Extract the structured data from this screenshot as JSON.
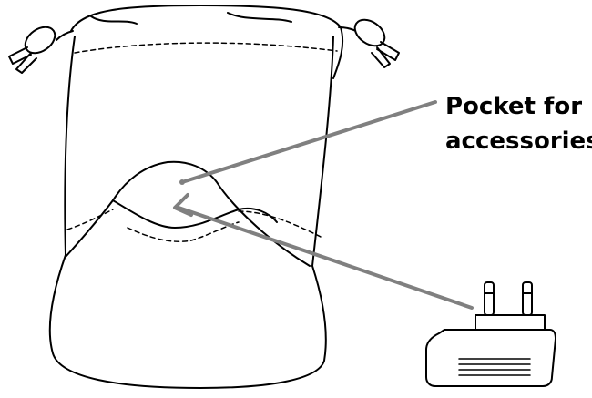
{
  "callout": {
    "line1": "Pocket for",
    "line2": "accessories"
  },
  "colors": {
    "outline": "#000000",
    "leader": "#808080",
    "background": "#ffffff"
  },
  "icons": [
    "pouch-illustration",
    "drawstring-toggle-icon",
    "ac-adapter-illustration",
    "arrow-icon"
  ]
}
